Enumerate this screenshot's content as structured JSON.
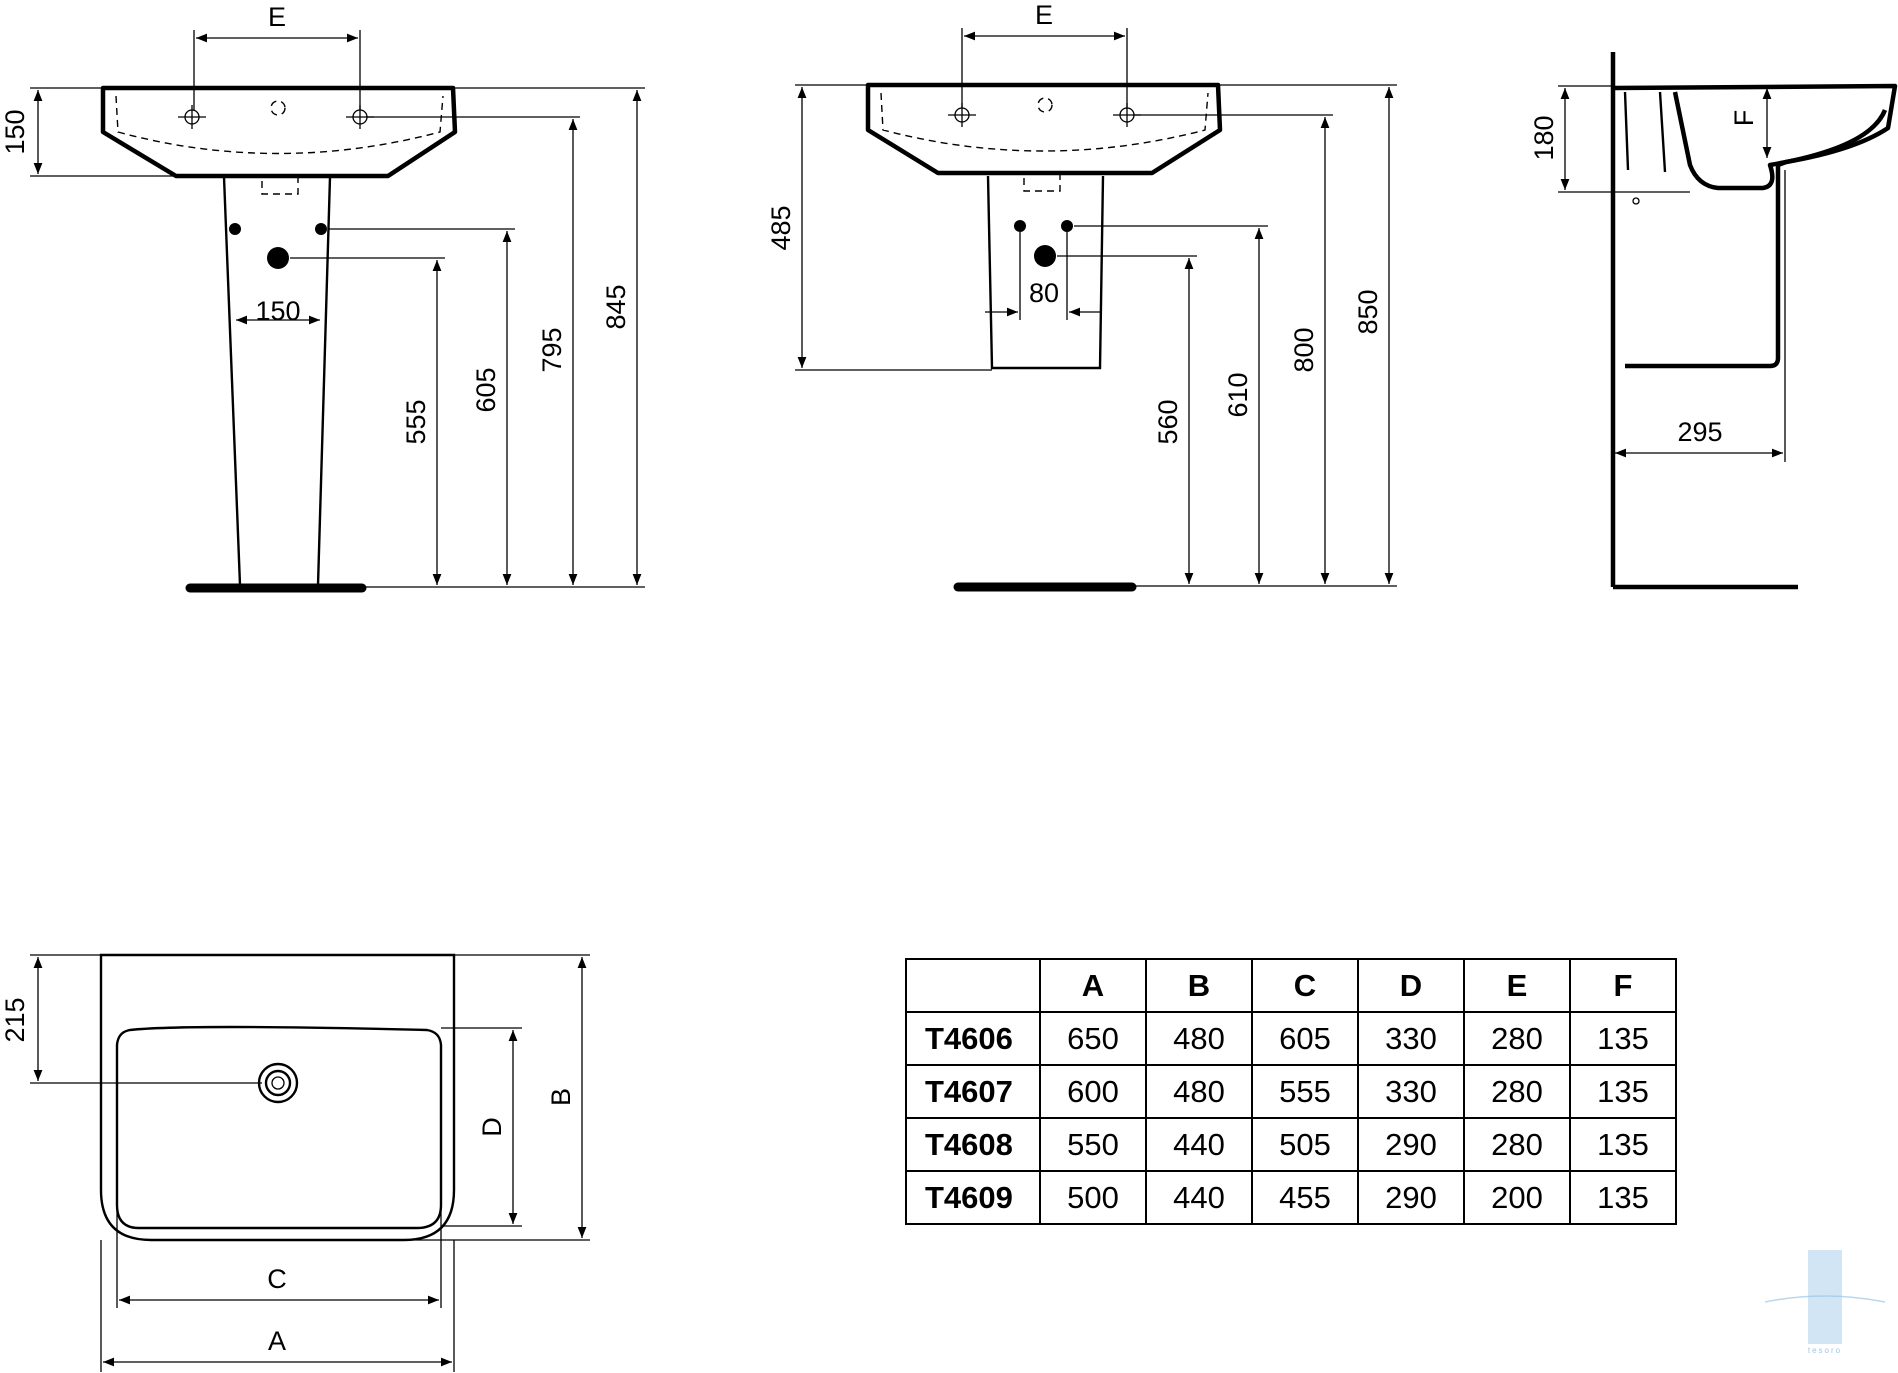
{
  "dimensions": {
    "front_view_1": {
      "tap_spacing": "E",
      "basin_height": "150",
      "waste_spacing": "150",
      "waste_height": "555",
      "supply_height": "605",
      "tap_height": "795",
      "rim_height": "845"
    },
    "front_view_2": {
      "tap_spacing": "E",
      "pedestal_height": "485",
      "waste_spacing": "80",
      "waste_height": "560",
      "supply_height": "610",
      "tap_height": "800",
      "rim_height": "850"
    },
    "side_view": {
      "overflow_height": "F",
      "basin_depth": "180",
      "projection": "295"
    },
    "plan_view": {
      "waste_offset": "215",
      "outer_width": "A",
      "inner_width": "C",
      "outer_depth": "B",
      "inner_depth": "D"
    }
  },
  "table": {
    "headers": [
      "",
      "A",
      "B",
      "C",
      "D",
      "E",
      "F"
    ],
    "rows": [
      [
        "T4606",
        "650",
        "480",
        "605",
        "330",
        "280",
        "135"
      ],
      [
        "T4607",
        "600",
        "480",
        "555",
        "330",
        "280",
        "135"
      ],
      [
        "T4608",
        "550",
        "440",
        "505",
        "290",
        "280",
        "135"
      ],
      [
        "T4609",
        "500",
        "440",
        "455",
        "290",
        "200",
        "135"
      ]
    ]
  },
  "watermark": {
    "text": "tesoro",
    "color": "#9cc6e6"
  }
}
